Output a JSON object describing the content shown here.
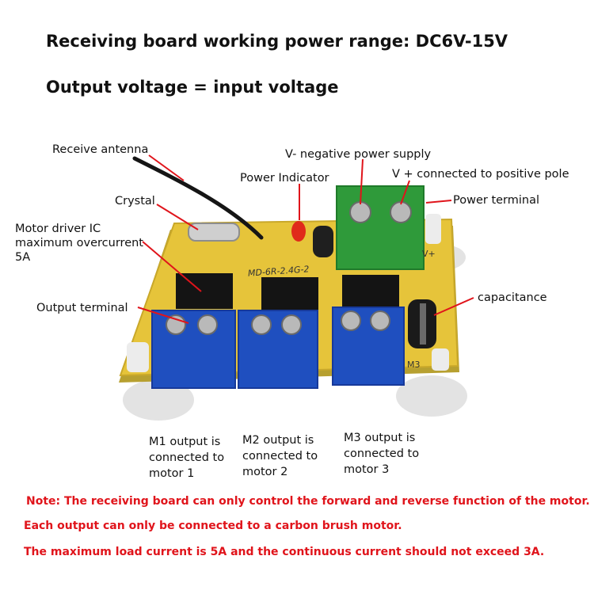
{
  "headings": {
    "power_range": "Receiving board working power range: DC6V-15V",
    "output_voltage": "Output voltage = input voltage"
  },
  "labels": {
    "receive_antenna": "Receive antenna",
    "crystal": "Crystal",
    "motor_driver_ic": "Motor driver IC\nmaximum overcurrent\n5A",
    "output_terminal": "Output terminal",
    "power_indicator": "Power Indicator",
    "v_negative": "V- negative power supply",
    "v_positive": "V + connected to positive pole",
    "power_terminal": "Power terminal",
    "capacitance": "capacitance",
    "m1_output": "M1 output is\nconnected to\nmotor 1",
    "m2_output": "M2 output is\nconnected to\nmotor 2",
    "m3_output": "M3 output is\nconnected to\nmotor 3"
  },
  "board_silkscreen": {
    "model": "MD-6R-2.4G-2",
    "m3": "M3",
    "v_plus": "V+"
  },
  "notes": [
    "Note: The receiving board can only control the forward and reverse function of the motor.",
    "Each output can only be connected to a carbon brush motor.",
    "The maximum load current is 5A and the continuous current should not exceed 3A."
  ],
  "colors": {
    "note_red": "#e0141b",
    "pcb_yellow": "#e6c43a",
    "terminal_blue": "#1f4fbf",
    "terminal_green": "#2f9a3a",
    "pointer_red": "#e0141b"
  }
}
